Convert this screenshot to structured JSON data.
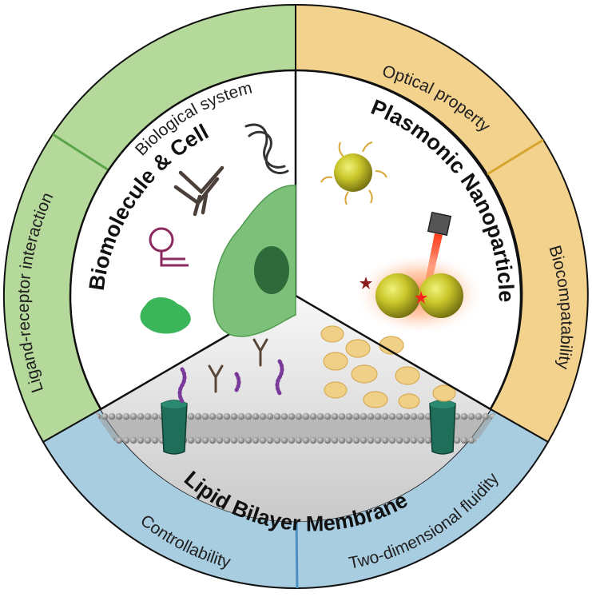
{
  "diagram": {
    "sectors": {
      "biomolecule": {
        "title": "Biomolecule & Cell",
        "fill": "#ffffff"
      },
      "plasmonic": {
        "title": "Plasmonic Nanoparticle",
        "fill": "#ffffff"
      },
      "membrane": {
        "title": "Lipid Bilayer Membrane"
      }
    },
    "ring": {
      "biological_system": {
        "label": "Biological system",
        "color": "#b5d89b"
      },
      "ligand_receptor": {
        "label": "Ligand-receptor interaction",
        "color": "#b5d89b"
      },
      "optical_property": {
        "label": "Optical property",
        "color": "#f3d28e"
      },
      "biocompatibility": {
        "label": "Biocompatability",
        "color": "#f3d28e"
      },
      "controllability": {
        "label": "Controllability",
        "color": "#a9cde0"
      },
      "fluidity": {
        "label": "Two-dimensional fluidity",
        "color": "#a9cde0"
      }
    },
    "separator_colors": {
      "green": "#5aa54a",
      "yellow": "#d6a52d",
      "blue": "#4b8fc0"
    },
    "icons": [
      "dna-icon",
      "antibody-icon",
      "aptamer-icon",
      "protein-blob-icon",
      "cell-icon",
      "gold-nanoparticle-icon",
      "laser-icon",
      "nanoparticle-dimer-icon",
      "lipid-bilayer-icon",
      "membrane-protein-icon"
    ]
  }
}
